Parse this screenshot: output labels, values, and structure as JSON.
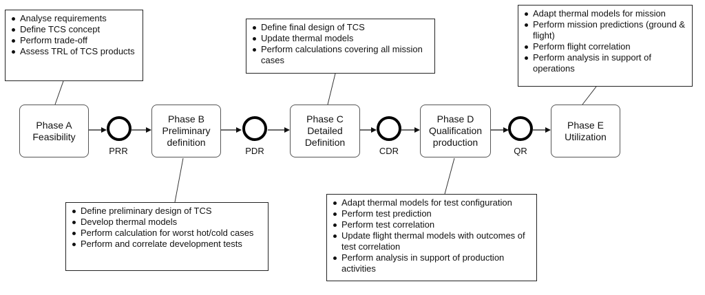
{
  "phases": [
    {
      "id": "A",
      "label": "Phase A\nFeasibility"
    },
    {
      "id": "B",
      "label": "Phase B\nPreliminary\ndefinition"
    },
    {
      "id": "C",
      "label": "Phase C\nDetailed\nDefinition"
    },
    {
      "id": "D",
      "label": "Phase D\nQualification\nproduction"
    },
    {
      "id": "E",
      "label": "Phase E\nUtilization"
    }
  ],
  "gates": [
    "PRR",
    "PDR",
    "CDR",
    "QR"
  ],
  "notes": {
    "A": [
      "Analyse requirements",
      "Define TCS concept",
      "Perform trade-off",
      "Assess TRL of TCS products"
    ],
    "B": [
      "Define preliminary design of TCS",
      "Develop thermal models",
      "Perform calculation for worst hot/cold cases",
      "Perform and correlate development tests"
    ],
    "C": [
      "Define final design of TCS",
      "Update thermal models",
      "Perform calculations covering all mission cases"
    ],
    "D": [
      "Adapt thermal models for test configuration",
      "Perform test prediction",
      "Perform test correlation",
      "Update  flight thermal models with outcomes of test correlation",
      "Perform analysis in support of production activities"
    ],
    "E": [
      "Adapt thermal models for mission",
      "Perform mission predictions (ground & flight)",
      "Perform flight correlation",
      "Perform analysis in support of operations"
    ]
  }
}
